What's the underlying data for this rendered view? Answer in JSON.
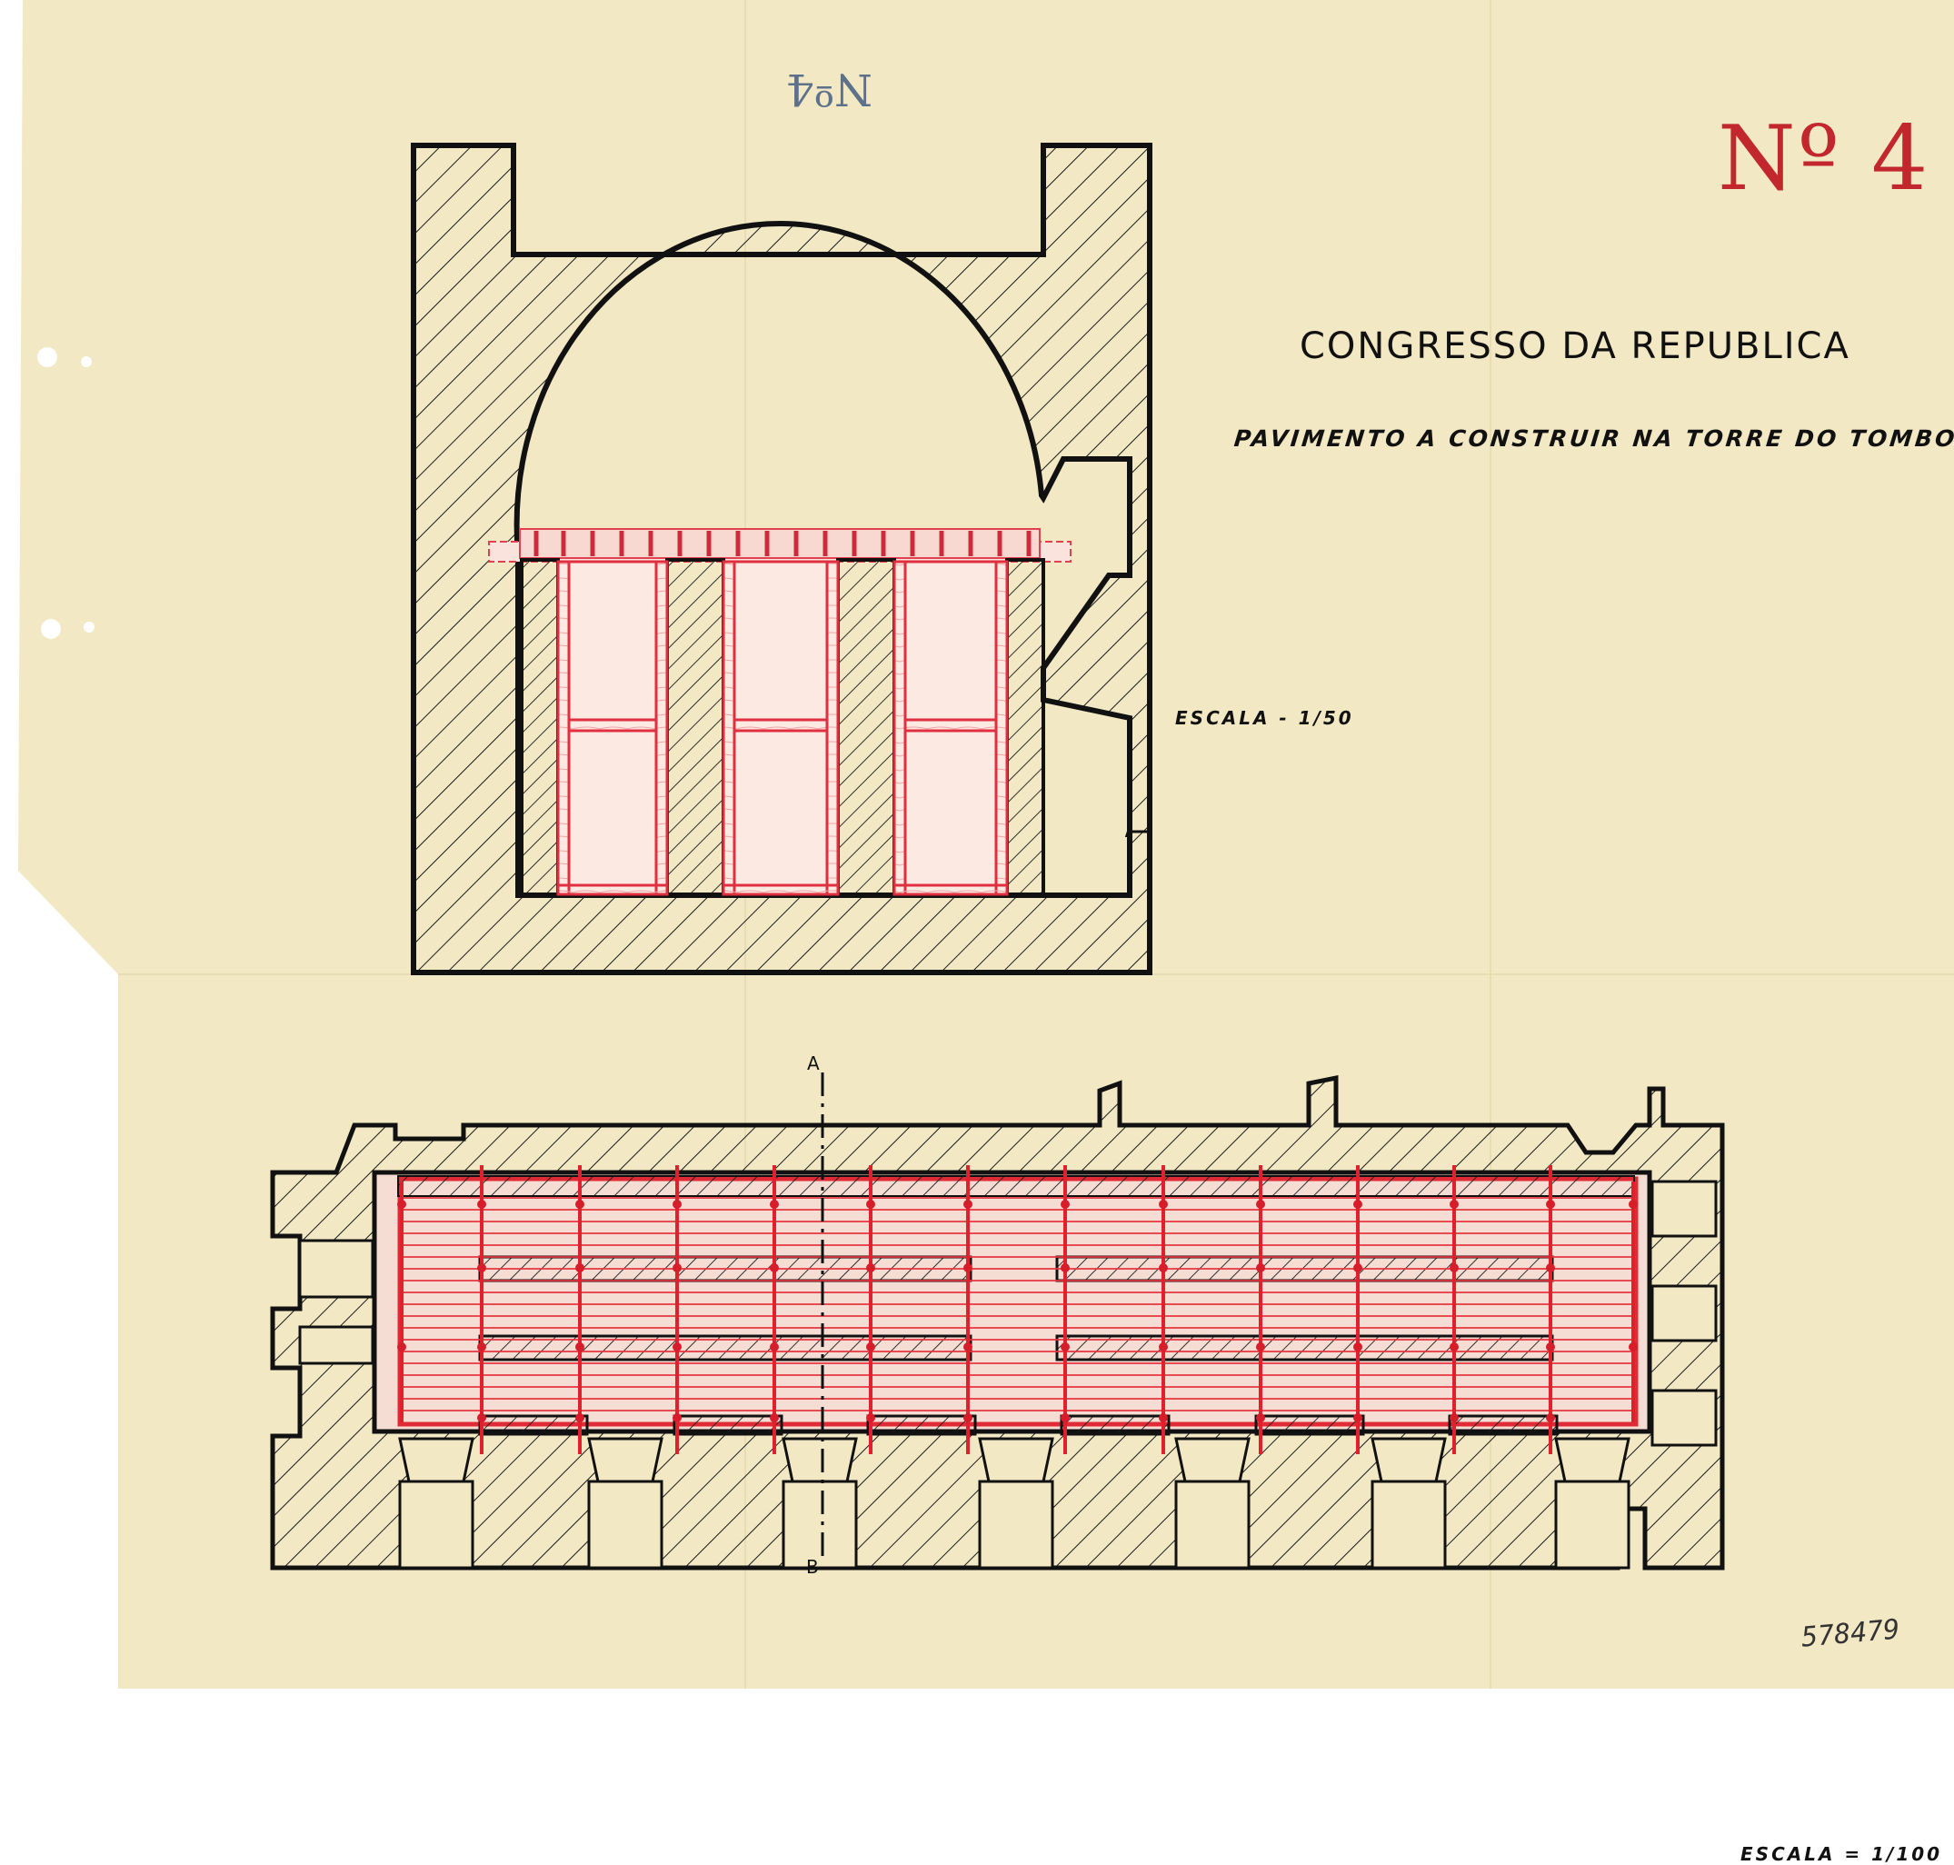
{
  "document": {
    "title": "CONGRESSO DA REPUBLICA",
    "subtitle": "PAVIMENTO A CONSTRUIR NA TORRE DO TOMBO",
    "sheet_number": "Nº 4",
    "stamp_number": "Nº4",
    "archive_number": "578479"
  },
  "section_view": {
    "scale_label": "ESCALA - 1/50"
  },
  "plan_view": {
    "scale_label": "ESCALA = 1/100",
    "section_marker_top": "A",
    "section_marker_bottom": "B"
  },
  "colors": {
    "paper": "#f2e8c4",
    "ink": "#111111",
    "red_ink": "#e0303a",
    "timber_fill": "#f6ddd2"
  }
}
